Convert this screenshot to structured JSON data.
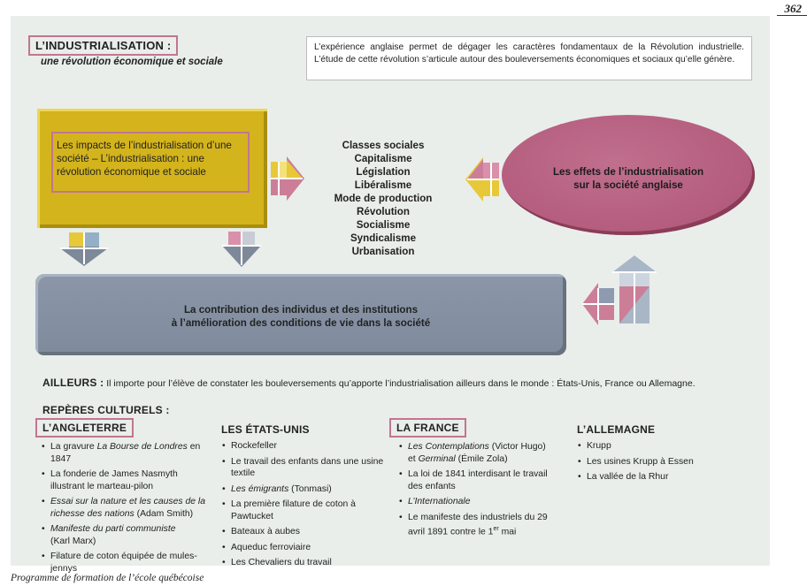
{
  "page_number": "362",
  "title": "L’INDUSTRIALISATION :",
  "subtitle": "une révolution économique et sociale",
  "intro": "L’expérience anglaise permet de dégager les caractères fondamentaux de la Révolution industrielle. L’étude de cette révolution s’articule autour des bouleversements économiques et sociaux qu’elle génère.",
  "yellow_box": "Les impacts de l’industrialisation d’une société – L’industrialisation : une révolution économique et sociale",
  "concepts": [
    "Classes sociales",
    "Capitalisme",
    "Législation",
    "Libéralisme",
    "Mode de production",
    "Révolution",
    "Socialisme",
    "Syndicalisme",
    "Urbanisation"
  ],
  "ellipse_text": [
    "Les effets de l’industrialisation",
    "sur la société anglaise"
  ],
  "blue_box": [
    "La contribution des individus et des institutions",
    "à l’amélioration des conditions de vie dans la société"
  ],
  "ailleurs": {
    "label": "AILLEURS :",
    "text": " Il importe pour l’élève de constater les bouleversements qu’apporte l’industrialisation ailleurs dans le monde : États-Unis, France ou Allemagne."
  },
  "reperes_title": "REPÈRES CULTURELS :",
  "columns": [
    {
      "heading": "L’ANGLETERRE",
      "items": [
        "La gravure La Bourse de Londres en 1847",
        "La fonderie de James Nasmyth illustrant le marteau-pilon",
        "Essai sur la nature et les causes de la richesse des nations (Adam Smith)",
        "Manifeste du parti communiste (Karl Marx)",
        "Filature de coton équipée de mules-jennys"
      ]
    },
    {
      "heading": "LES ÉTATS-UNIS",
      "items": [
        "Rockefeller",
        "Le travail des enfants dans une usine textile",
        "Les émigrants (Tonmasi)",
        "La première filature de coton à Pawtucket",
        "Bateaux à aubes",
        "Aqueduc ferroviaire",
        "Les Chevaliers du travail"
      ]
    },
    {
      "heading": "LA FRANCE",
      "items": [
        "Les Contemplations (Victor Hugo) et Germinal (Émile Zola)",
        "La loi de 1841 interdisant le travail des enfants",
        "L’Internationale",
        "Le manifeste des industriels du 29 avril 1891 contre le 1er mai"
      ]
    },
    {
      "heading": "L’ALLEMAGNE",
      "items": [
        "Krupp",
        "Les usines Krupp à Essen",
        "La vallée de la Rhur"
      ]
    }
  ],
  "footer": "Programme de formation de l’école québécoise",
  "colors": {
    "panel": "#e9eeeb",
    "yellow": "#d4b41c",
    "pink": "#b45c7d",
    "blue_gray": "#8b97a9",
    "accent_border": "#c27592"
  }
}
